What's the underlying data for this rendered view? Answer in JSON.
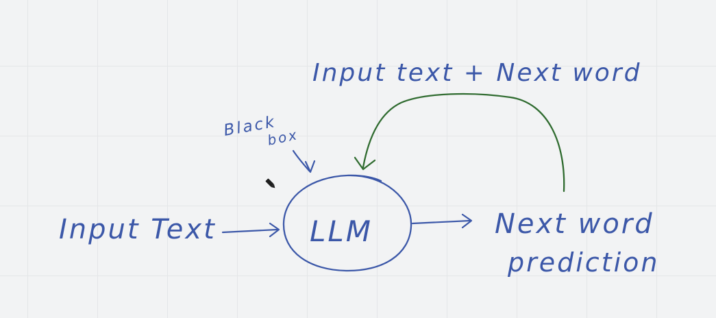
{
  "diagram": {
    "input_label": "Input Text",
    "model_label": "LLM",
    "output_line1": "Next word",
    "output_line2": "prediction",
    "feedback_label": "Input text + Next word",
    "annotation_line1": "Black",
    "annotation_line2": "box"
  },
  "colors": {
    "blue_ink": "#3b57a8",
    "green_ink": "#2f6b2f",
    "background": "#f2f3f4",
    "grid": "#e4e6e8"
  },
  "icons": {
    "cursor": "pencil-cursor-icon"
  }
}
